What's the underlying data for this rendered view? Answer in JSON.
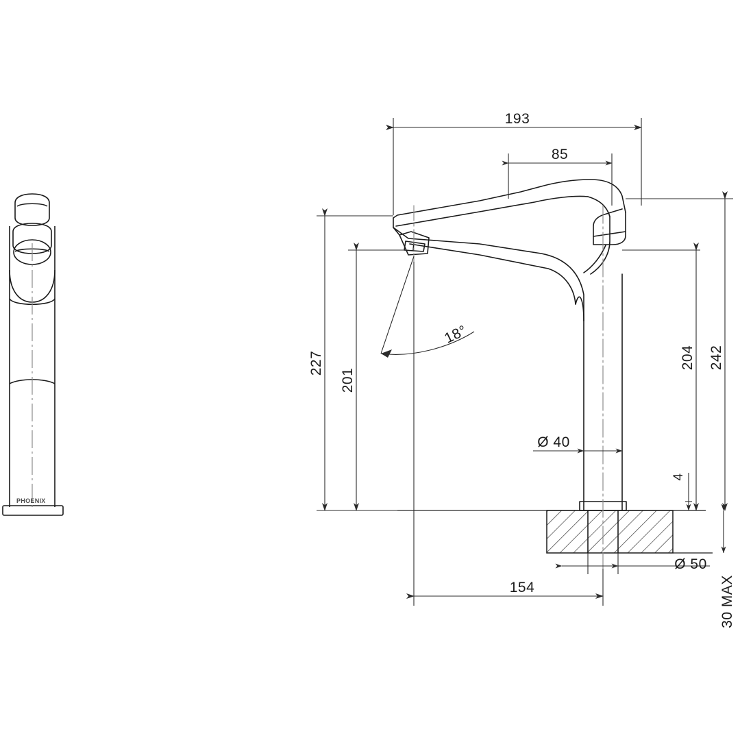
{
  "drawing": {
    "title": "Basin mixer tap — dimensioned technical drawing",
    "units": "mm",
    "line_color": "#1b1b1b",
    "dim_color": "#2b2b2b",
    "hatch_color": "#3a3a3a",
    "background": "#ffffff",
    "brand": "PHOENIX"
  },
  "views": {
    "front_elevation": {
      "name": "front-elevation-view",
      "brand_label": "PHOENIX"
    },
    "side_section": {
      "name": "side-section-view"
    }
  },
  "dimensions": {
    "overall_spout_reach": {
      "label": "193",
      "orientation": "horizontal"
    },
    "handle_length": {
      "label": "85",
      "orientation": "horizontal"
    },
    "overall_height_to_spout_top": {
      "label": "227",
      "orientation": "vertical"
    },
    "height_to_outlet": {
      "label": "201",
      "orientation": "vertical"
    },
    "body_height": {
      "label": "204",
      "orientation": "vertical"
    },
    "overall_height": {
      "label": "242",
      "orientation": "vertical"
    },
    "outlet_angle": {
      "label": "18°",
      "orientation": "angular"
    },
    "body_diameter": {
      "label": "Ø 40",
      "orientation": "horizontal"
    },
    "flange_thickness": {
      "label": "4",
      "orientation": "vertical"
    },
    "base_diameter": {
      "label": "Ø 50",
      "orientation": "horizontal"
    },
    "benchtop_thickness": {
      "label": "30 MAX",
      "orientation": "vertical"
    },
    "centre_to_spout": {
      "label": "154",
      "orientation": "horizontal"
    }
  }
}
